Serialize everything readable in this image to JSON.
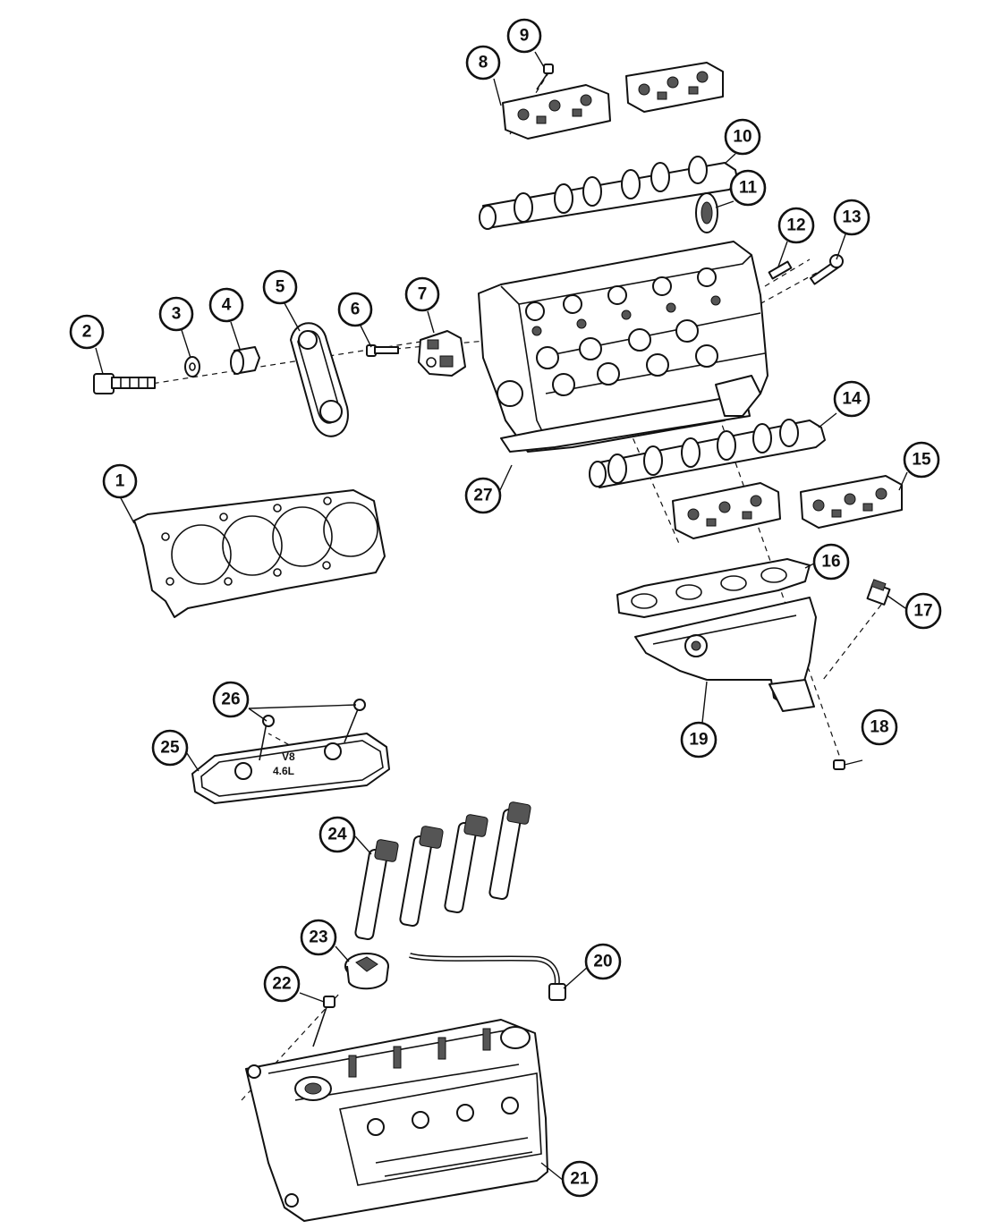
{
  "callouts": [
    {
      "id": "1",
      "label": "1"
    },
    {
      "id": "2",
      "label": "2"
    },
    {
      "id": "3",
      "label": "3"
    },
    {
      "id": "4",
      "label": "4"
    },
    {
      "id": "5",
      "label": "5"
    },
    {
      "id": "6",
      "label": "6"
    },
    {
      "id": "7",
      "label": "7"
    },
    {
      "id": "8",
      "label": "8"
    },
    {
      "id": "9",
      "label": "9"
    },
    {
      "id": "10",
      "label": "10"
    },
    {
      "id": "11",
      "label": "11"
    },
    {
      "id": "12",
      "label": "12"
    },
    {
      "id": "13",
      "label": "13"
    },
    {
      "id": "14",
      "label": "14"
    },
    {
      "id": "15",
      "label": "15"
    },
    {
      "id": "16",
      "label": "16"
    },
    {
      "id": "17",
      "label": "17"
    },
    {
      "id": "18",
      "label": "18"
    },
    {
      "id": "19",
      "label": "19"
    },
    {
      "id": "20",
      "label": "20"
    },
    {
      "id": "21",
      "label": "21"
    },
    {
      "id": "22",
      "label": "22"
    },
    {
      "id": "23",
      "label": "23"
    },
    {
      "id": "24",
      "label": "24"
    },
    {
      "id": "25",
      "label": "25"
    },
    {
      "id": "26",
      "label": "26"
    },
    {
      "id": "27",
      "label": "27"
    }
  ],
  "cover_marking": {
    "line1": "V8",
    "line2": "4.6L"
  }
}
